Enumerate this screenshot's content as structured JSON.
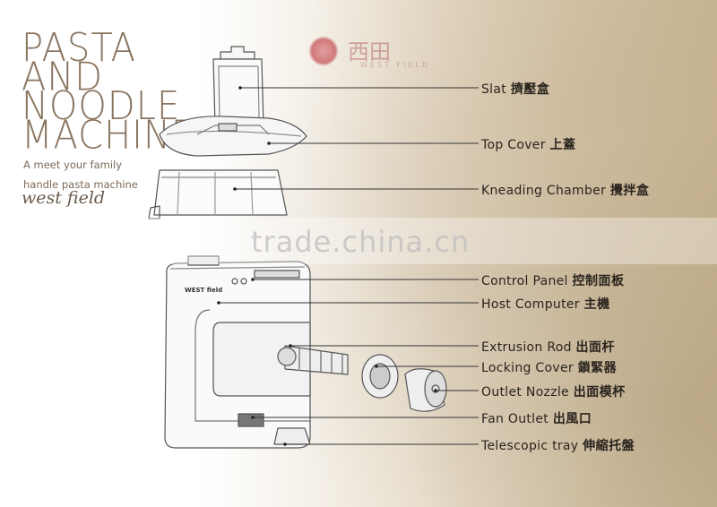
{
  "headline": "PASTA\nAND\nNOODLE\nMACHINE",
  "tagline": "A meet your family\nhandle pasta machine",
  "brand": "west field",
  "logo": {
    "cn": "西田",
    "en": "WEST FIELD"
  },
  "watermark": "trade.china.cn",
  "parts": [
    {
      "name": "Slat",
      "cn": "擠壓盒"
    },
    {
      "name": "Top Cover",
      "cn": "上蓋"
    },
    {
      "name": "Kneading Chamber",
      "cn": "攪拌盒"
    },
    {
      "name": "Control Panel",
      "cn": "控制面板"
    },
    {
      "name": "Host Computer",
      "cn": "主機"
    },
    {
      "name": "Extrusion Rod",
      "cn": "出面杆"
    },
    {
      "name": "Locking Cover",
      "cn": "鎖緊器"
    },
    {
      "name": "Outlet Nozzle",
      "cn": "出面模杯"
    },
    {
      "name": "Fan Outlet",
      "cn": "出風口"
    },
    {
      "name": "Telescopic tray",
      "cn": "伸縮托盤"
    }
  ],
  "machine_badge": "WEST field"
}
